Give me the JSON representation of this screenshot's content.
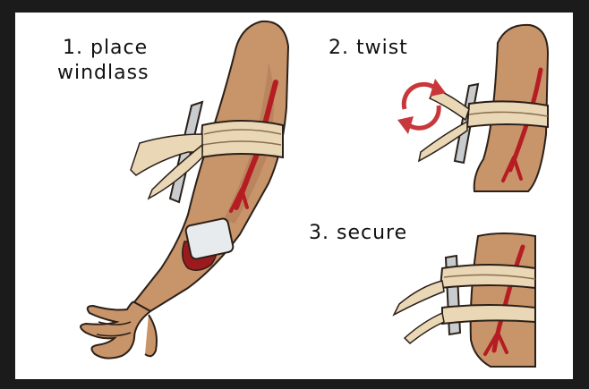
{
  "steps": [
    {
      "label_line1": "1. place",
      "label_line2": "windlass"
    },
    {
      "label_line1": "2. twist"
    },
    {
      "label_line1": "3. secure"
    }
  ],
  "colors": {
    "skin": "#c8946a",
    "skin_shadow": "#a87450",
    "outline": "#2b2018",
    "blood": "#b51d22",
    "bandage": "#e9d7b6",
    "bandage_line": "#8a6f4e",
    "windlass": "#c9ccce",
    "twist_arrows": "#c8373a",
    "background": "#ffffff",
    "frame": "#1b1b1b"
  },
  "icons": [
    "tourniquet-band",
    "windlass-rod",
    "twist-arrows-icon",
    "wound-dressing"
  ]
}
